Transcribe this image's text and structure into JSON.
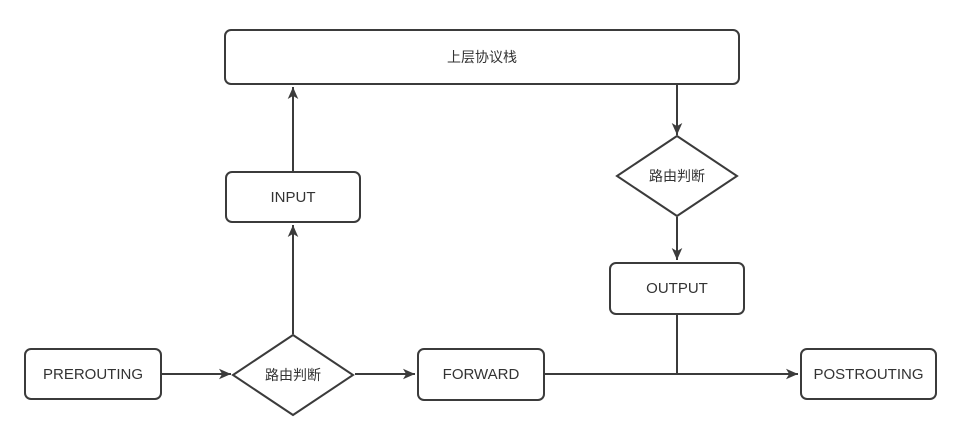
{
  "diagram": {
    "type": "flowchart",
    "colors": {
      "stroke": "#3b3b3b",
      "text": "#333333",
      "node_fill": "#ffffff",
      "background": "#ffffff"
    },
    "nodes": {
      "upper_stack": {
        "label": "上层协议栈",
        "shape": "rounded-rectangle"
      },
      "input": {
        "label": "INPUT",
        "shape": "rounded-rectangle"
      },
      "route_decision_upper": {
        "label": "路由判断",
        "shape": "diamond"
      },
      "output": {
        "label": "OUTPUT",
        "shape": "rounded-rectangle"
      },
      "prerouting": {
        "label": "PREROUTING",
        "shape": "rounded-rectangle"
      },
      "route_decision_lower": {
        "label": "路由判断",
        "shape": "diamond"
      },
      "forward": {
        "label": "FORWARD",
        "shape": "rounded-rectangle"
      },
      "postrouting": {
        "label": "POSTROUTING",
        "shape": "rounded-rectangle"
      }
    },
    "edges": [
      {
        "from": "input",
        "to": "upper_stack",
        "arrowhead": true
      },
      {
        "from": "upper_stack",
        "to": "route_decision_upper",
        "arrowhead": true
      },
      {
        "from": "route_decision_upper",
        "to": "output",
        "arrowhead": true
      },
      {
        "from": "output",
        "to": "forward-postrouting-line",
        "arrowhead": false
      },
      {
        "from": "prerouting",
        "to": "route_decision_lower",
        "arrowhead": true
      },
      {
        "from": "route_decision_lower",
        "to": "input",
        "arrowhead": true
      },
      {
        "from": "route_decision_lower",
        "to": "forward",
        "arrowhead": true
      },
      {
        "from": "forward",
        "to": "postrouting",
        "arrowhead": true
      }
    ]
  }
}
